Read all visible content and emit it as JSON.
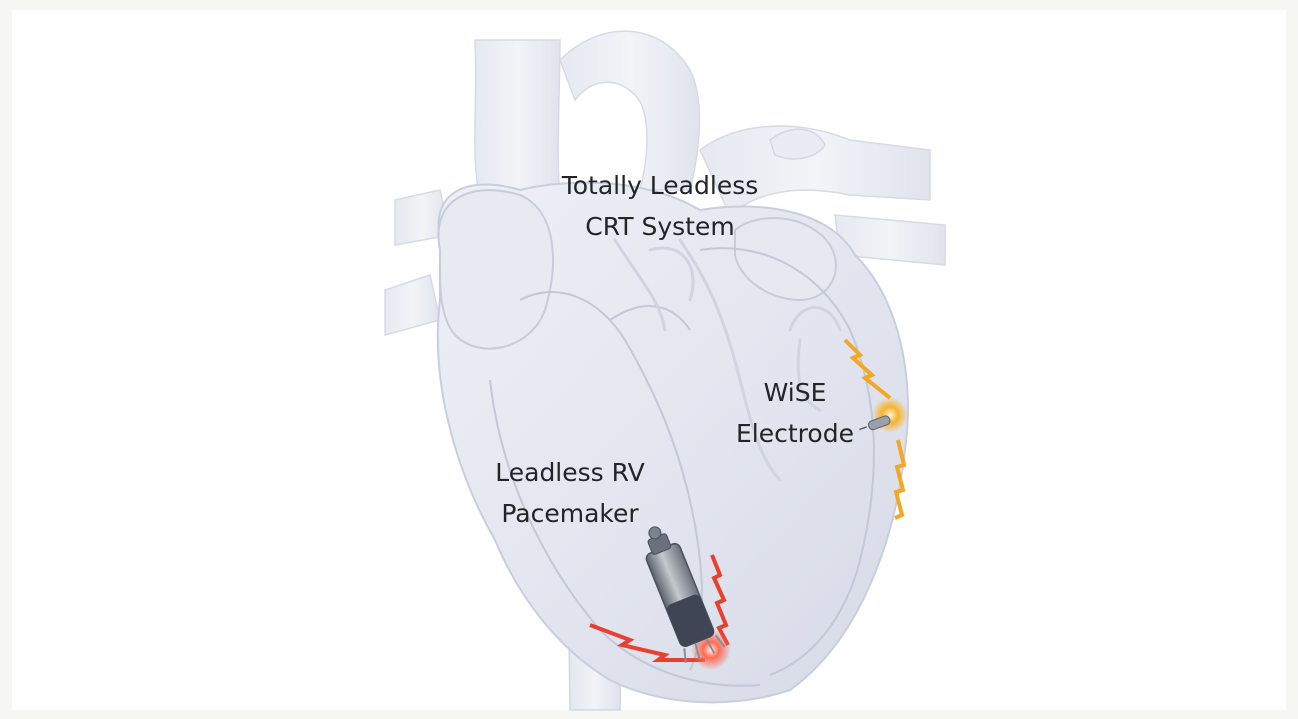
{
  "labels": {
    "crt_system": {
      "line1": "Totally Leadless",
      "line2": "CRT System"
    },
    "wise_electrode": {
      "line1": "WiSE",
      "line2": "Electrode"
    },
    "rv_pacemaker": {
      "line1": "Leadless RV",
      "line2": "Pacemaker"
    }
  },
  "colors": {
    "background": "#ffffff",
    "tissue": "#dfe3ee",
    "tissue_edge": "#c9cede",
    "rv_pulse": "#e8402f",
    "lv_pulse": "#f5a623",
    "device_body": "#8a8f99",
    "device_cap": "#3f4554"
  }
}
